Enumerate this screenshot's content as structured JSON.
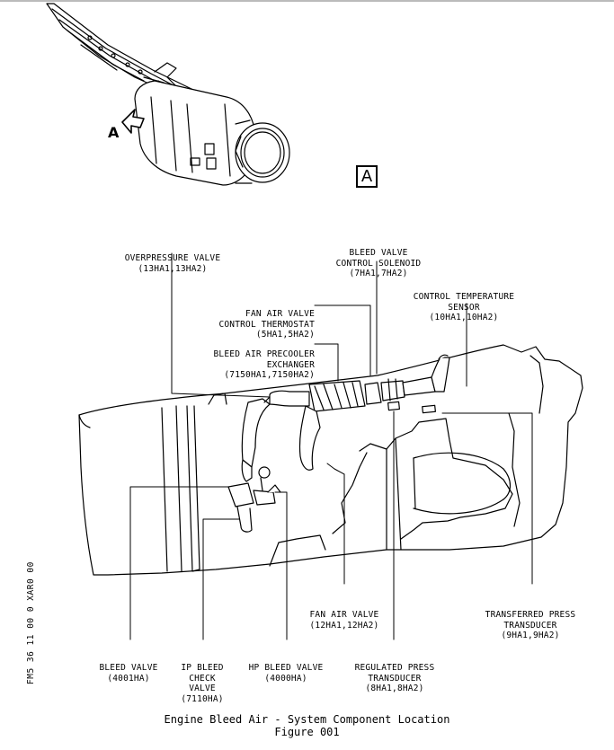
{
  "view_marker": "A",
  "arrow_label": "A",
  "side_identifier": "FM5 36 11 00 0 XAR0 00",
  "labels": {
    "overpressure_valve": [
      "OVERPRESSURE VALVE",
      "(13HA1,13HA2)"
    ],
    "bleed_valve_solenoid": [
      "BLEED VALVE",
      "CONTROL SOLENOID",
      "(7HA1,7HA2)"
    ],
    "control_temp_sensor": [
      "CONTROL TEMPERATURE",
      "SENSOR",
      "(10HA1,10HA2)"
    ],
    "fan_air_thermostat": [
      "FAN AIR VALVE",
      "CONTROL THERMOSTAT",
      "(5HA1,5HA2)"
    ],
    "precooler": [
      "BLEED AIR PRECOOLER",
      "EXCHANGER",
      "(7150HA1,7150HA2)"
    ],
    "fan_air_valve": [
      "FAN AIR VALVE",
      "(12HA1,12HA2)"
    ],
    "transferred_press": [
      "TRANSFERRED PRESS",
      "TRANSDUCER",
      "(9HA1,9HA2)"
    ],
    "bleed_valve": [
      "BLEED VALVE",
      "(4001HA)"
    ],
    "ip_bleed_check": [
      "IP BLEED",
      "CHECK",
      "VALVE",
      "(7110HA)"
    ],
    "hp_bleed_valve": [
      "HP BLEED VALVE",
      "(4000HA)"
    ],
    "regulated_press": [
      "REGULATED PRESS",
      "TRANSDUCER",
      "(8HA1,8HA2)"
    ]
  },
  "caption": {
    "title": "Engine Bleed Air - System Component Location",
    "figure": "Figure 001"
  }
}
